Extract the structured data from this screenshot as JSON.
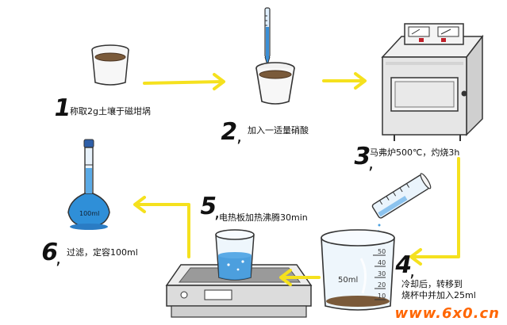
{
  "steps": [
    {
      "number": "1",
      "caption": "称取2g土壤于磁坩埚"
    },
    {
      "number": "2",
      "caption": "加入一适量硝酸"
    },
    {
      "number": "3",
      "caption": "马弗炉500℃，灼烧3h"
    },
    {
      "number": "4",
      "caption_lines": [
        "冷却后，转移到",
        "烧杯中并加入25ml"
      ]
    },
    {
      "number": "5",
      "caption": "电热板加热沸腾30min"
    },
    {
      "number": "6",
      "caption": "过滤，定容100ml"
    }
  ],
  "labels": {
    "beaker_volume": "50ml",
    "flask_volume": "100ml",
    "beaker_marks": [
      "50",
      "40",
      "30",
      "20",
      "10"
    ]
  },
  "watermark": "www.6x0.cn",
  "colors": {
    "arrow": "#f5e11e",
    "solution": "#2f8fd8",
    "outline": "#333333",
    "watermark": "#ff6600"
  }
}
